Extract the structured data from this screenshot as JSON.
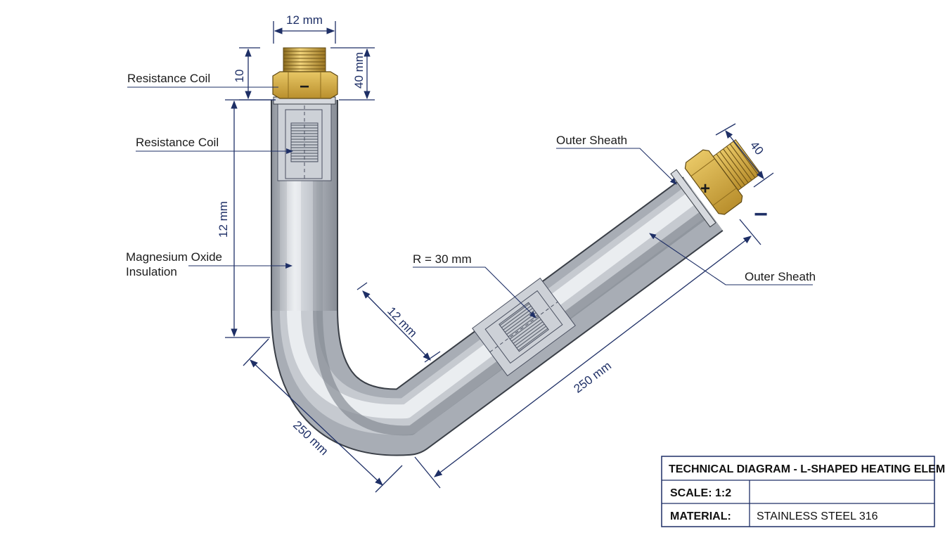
{
  "labels": {
    "resistance_coil_top": "Resistance Coil",
    "resistance_coil": "Resistance Coil",
    "magnesium_oxide_line1": "Magnesium Oxide",
    "magnesium_oxide_line2": "Insulation",
    "outer_sheath_top": "Outer Sheath",
    "outer_sheath_right": "Outer Sheath",
    "bend_radius": "R = 30 mm"
  },
  "dimensions": {
    "top_width": "12 mm",
    "nut_height": "10",
    "fitting_height": "40 mm",
    "vertical_diameter": "12 mm",
    "inner_diameter": "12 mm",
    "left_length": "250 mm",
    "right_length": "250 mm",
    "right_fitting": "40"
  },
  "terminals": {
    "top_symbol": "−",
    "right_symbol": "+",
    "loose_symbol": "−"
  },
  "title_block": {
    "title": "TECHNICAL DIAGRAM - L-SHAPED HEATING ELEMENT",
    "scale_label": "SCALE: 1:2",
    "scale_value": "",
    "material_label": "MATERIAL:",
    "material_value": "STAINLESS STEEL 316"
  },
  "colors": {
    "dimension": "#1e2f66",
    "brass": "#c9a240",
    "steel": "#b8bcc3"
  }
}
